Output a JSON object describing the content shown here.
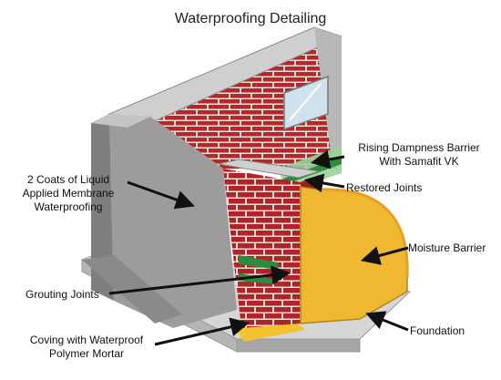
{
  "title": "Waterproofing Detailing",
  "labels": {
    "membrane": "2 Coats of Liquid\nApplied Membrane\nWaterproofing",
    "rising_damp": "Rising Dampness Barrier\nWith Samafit VK",
    "restored_joints": "Restored Joints",
    "moisture_barrier": "Moisture Barrier",
    "grouting_joints": "Grouting Joints",
    "coving": "Coving with Waterproof\nPolymer Mortar",
    "foundation": "Foundation"
  },
  "colors": {
    "brick": "#b8252a",
    "mortar": "#e8e0d8",
    "concrete": "#9c9c9c",
    "moisture_barrier": "#f0b830",
    "green_membrane": "#2d8a3e",
    "foundation": "#c7c7c7"
  }
}
